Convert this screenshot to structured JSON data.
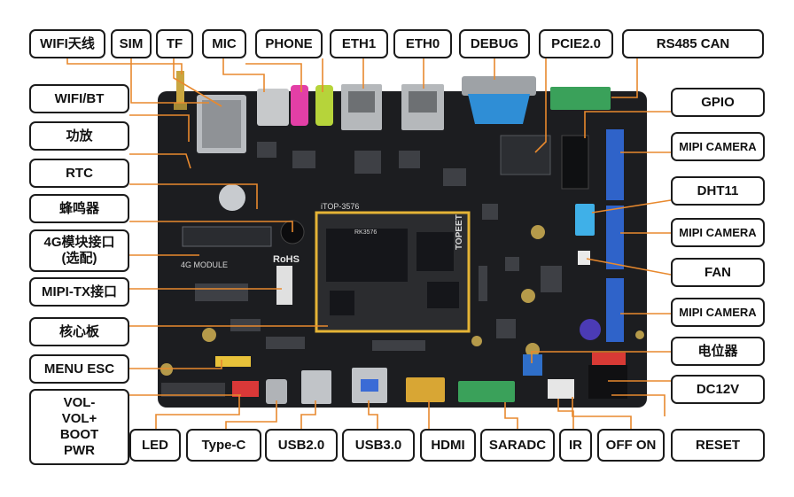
{
  "board": {
    "colors": {
      "pcb": "#1c1d20",
      "accent_green": "#3aa15a",
      "accent_blue": "#2f8ed6",
      "leader_orange": "#e8892e"
    },
    "silkscreen": {
      "som_top": "iTOP-3576",
      "chip": "RK3576",
      "brand": "TOPEET",
      "rohs": "RoHS",
      "module": "4G MODULE"
    }
  },
  "labels": {
    "wifi_antenna": "WIFI天线",
    "sim": "SIM",
    "tf": "TF",
    "mic": "MIC",
    "phone": "PHONE",
    "eth1": "ETH1",
    "eth0": "ETH0",
    "debug": "DEBUG",
    "pcie": "PCIE2.0",
    "rs485_can": "RS485  CAN",
    "wifi_bt": "WIFI/BT",
    "amplifier": "功放",
    "rtc": "RTC",
    "buzzer": "蜂鸣器",
    "module_4g": "4G模块接口\n(选配)",
    "mipi_tx": "MIPI-TX接口",
    "core_board": "核心板",
    "menu_esc": "MENU ESC",
    "vol_keys": "VOL-\nVOL+\nBOOT\nPWR",
    "gpio": "GPIO",
    "mipi_camera_1": "MIPI CAMERA",
    "dht11": "DHT11",
    "mipi_camera_2": "MIPI CAMERA",
    "fan": "FAN",
    "mipi_camera_3": "MIPI CAMERA",
    "potentiometer": "电位器",
    "dc12v": "DC12V",
    "reset": "RESET",
    "led": "LED",
    "type_c": "Type-C",
    "usb20": "USB2.0",
    "usb30": "USB3.0",
    "hdmi": "HDMI",
    "saradc": "SARADC",
    "ir": "IR",
    "off_on": "OFF ON"
  }
}
